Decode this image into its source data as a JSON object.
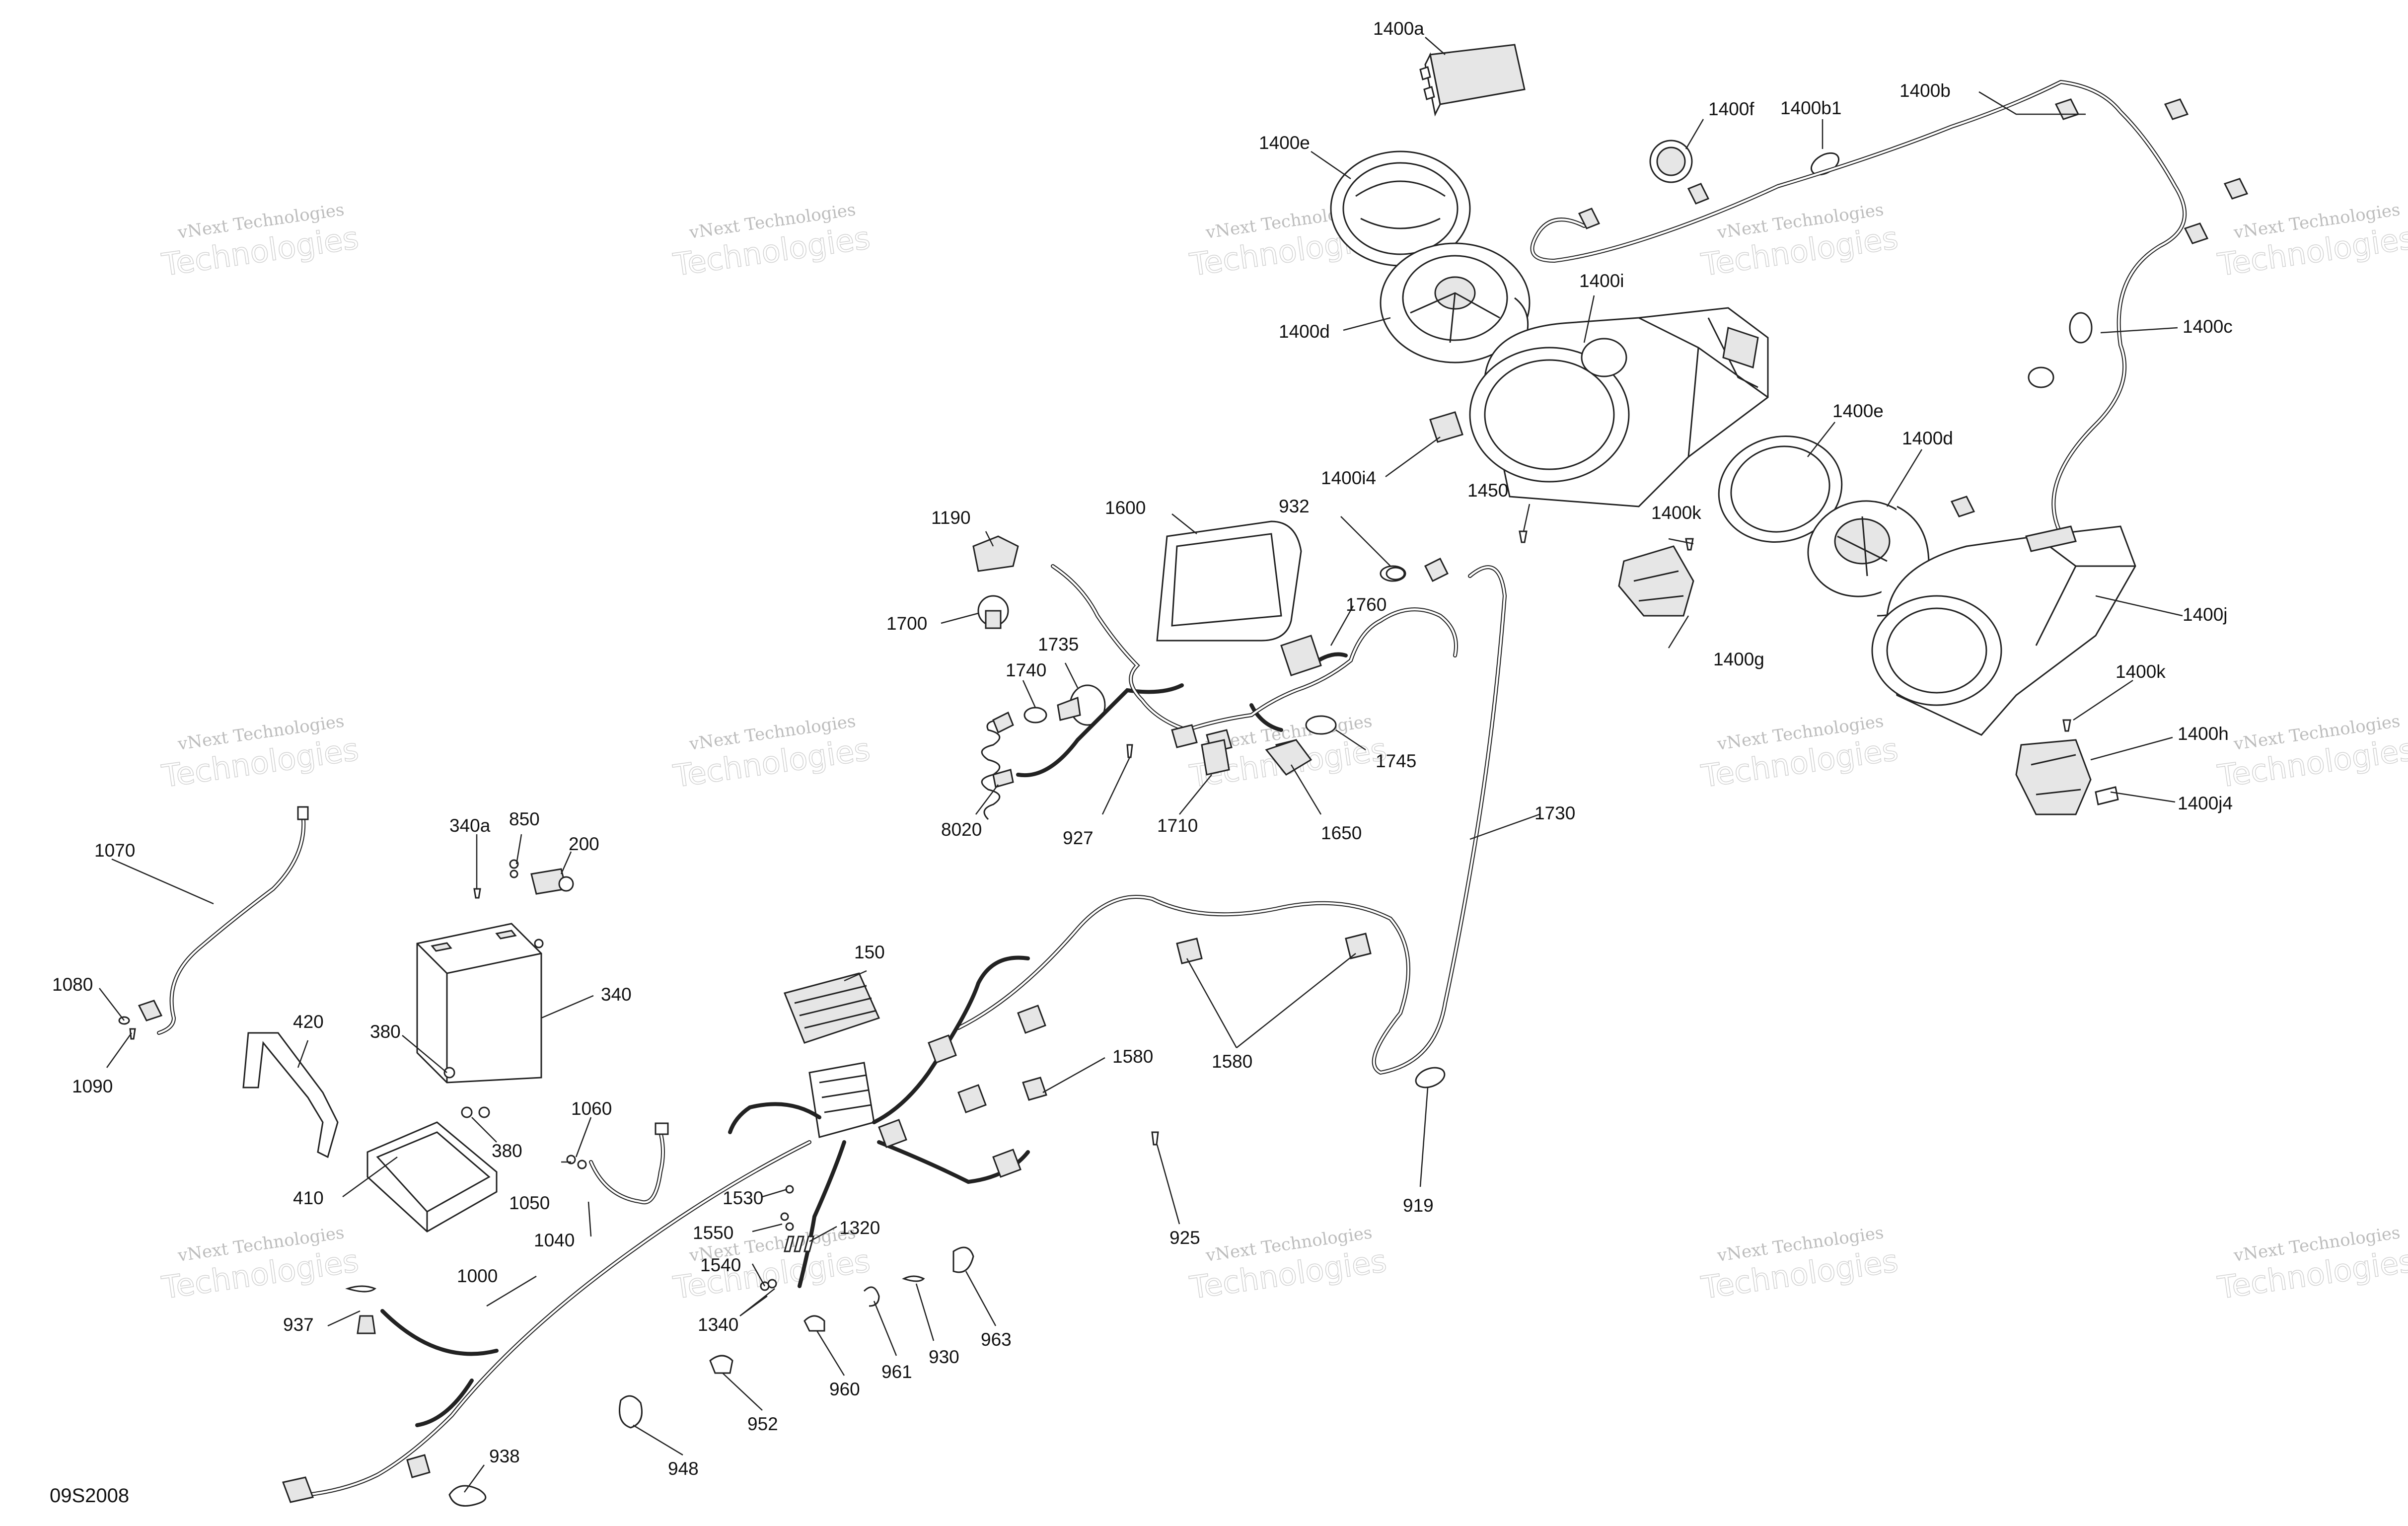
{
  "figure_id": "09S2008",
  "watermark": {
    "line1": "vNext Technologies",
    "line2": "Technologies"
  },
  "callouts": [
    "1400a",
    "1400b",
    "1400b1",
    "1400f",
    "1400e",
    "1400d",
    "1400i",
    "1400c",
    "1400i4",
    "1450",
    "1400k",
    "1400e",
    "1400d",
    "1190",
    "1600",
    "932",
    "1700",
    "1760",
    "1735",
    "1740",
    "1400g",
    "1400j",
    "1400k",
    "1400h",
    "1400j4",
    "1745",
    "8020",
    "927",
    "1710",
    "1650",
    "1730",
    "1070",
    "340a",
    "850",
    "200",
    "1080",
    "340",
    "150",
    "1090",
    "420",
    "380",
    "1580",
    "1580",
    "1060",
    "380",
    "1050",
    "1530",
    "919",
    "410",
    "925",
    "1040",
    "1550",
    "1320",
    "1540",
    "1000",
    "963",
    "930",
    "961",
    "937",
    "1340",
    "960",
    "952",
    "948",
    "938"
  ],
  "colors": {
    "line": "#222222",
    "text": "#111111",
    "watermark": "#bdbdbd"
  }
}
